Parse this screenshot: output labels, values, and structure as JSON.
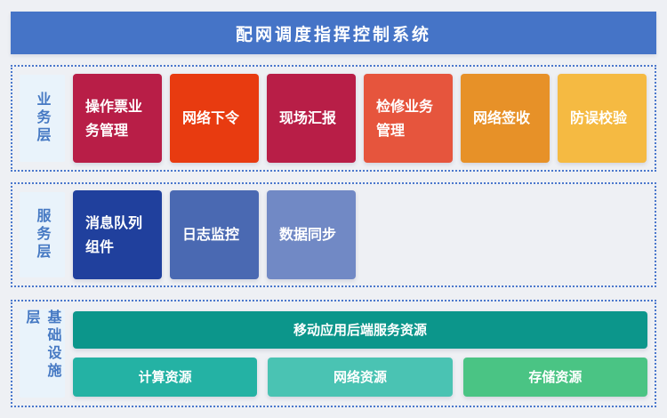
{
  "title": "配网调度指挥控制系统",
  "colors": {
    "page_bg": "#eef0f4",
    "header_bg": "#4574c7",
    "header_text": "#ffffff",
    "layer_border": "#4a77cc",
    "label_bg": "#e9f3fb",
    "label_text": "#4679c3",
    "box_text": "#ffffff"
  },
  "layers": [
    {
      "name": "业务层",
      "boxes": [
        {
          "label": "操作票业务管理",
          "color": "#b81e47"
        },
        {
          "label": "网络下令",
          "color": "#e83b10"
        },
        {
          "label": "现场汇报",
          "color": "#b81e47"
        },
        {
          "label": "检修业务管理",
          "color": "#e6553d"
        },
        {
          "label": "网络签收",
          "color": "#e79128"
        },
        {
          "label": "防误校验",
          "color": "#f5ba42"
        }
      ]
    },
    {
      "name": "服务层",
      "boxes": [
        {
          "label": "消息队列组件",
          "color": "#20409d"
        },
        {
          "label": "日志监控",
          "color": "#4a69b2"
        },
        {
          "label": "数据同步",
          "color": "#7189c5"
        }
      ]
    },
    {
      "name": "基础设施层",
      "wide_box": {
        "label": "移动应用后端服务资源",
        "color": "#0c968b"
      },
      "boxes": [
        {
          "label": "计算资源",
          "color": "#24b2a4"
        },
        {
          "label": "网络资源",
          "color": "#4ac3b3"
        },
        {
          "label": "存储资源",
          "color": "#4ac484"
        }
      ]
    }
  ]
}
